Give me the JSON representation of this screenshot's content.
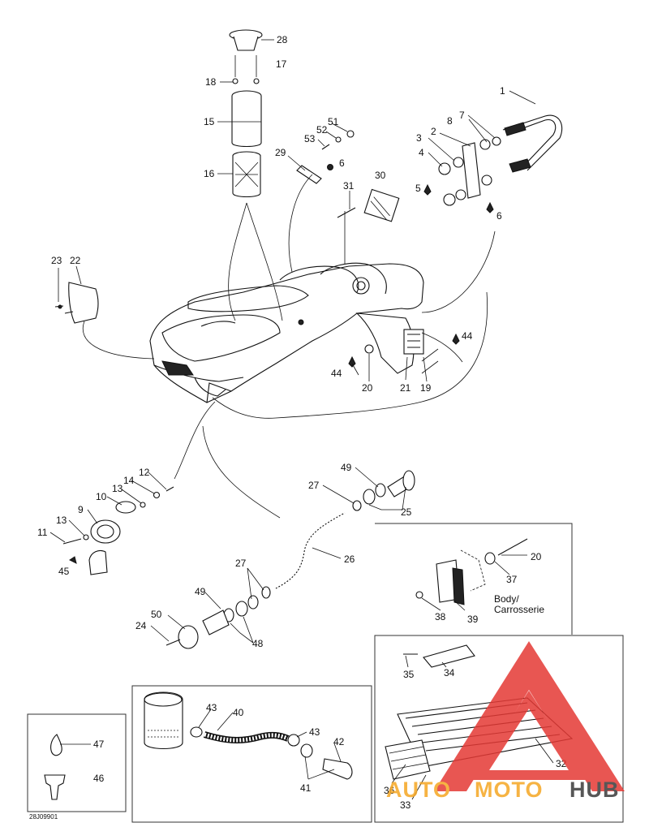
{
  "diagram": {
    "callouts": [
      {
        "id": "c1",
        "text": "1"
      },
      {
        "id": "c2",
        "text": "2"
      },
      {
        "id": "c3",
        "text": "3"
      },
      {
        "id": "c4",
        "text": "4"
      },
      {
        "id": "c5",
        "text": "5"
      },
      {
        "id": "c6a",
        "text": "6"
      },
      {
        "id": "c6b",
        "text": "6"
      },
      {
        "id": "c6c",
        "text": "6"
      },
      {
        "id": "c7",
        "text": "7"
      },
      {
        "id": "c8",
        "text": "8"
      },
      {
        "id": "c9",
        "text": "9"
      },
      {
        "id": "c10",
        "text": "10"
      },
      {
        "id": "c11",
        "text": "11"
      },
      {
        "id": "c12",
        "text": "12"
      },
      {
        "id": "c13a",
        "text": "13"
      },
      {
        "id": "c13b",
        "text": "13"
      },
      {
        "id": "c14",
        "text": "14"
      },
      {
        "id": "c15",
        "text": "15"
      },
      {
        "id": "c16",
        "text": "16"
      },
      {
        "id": "c17",
        "text": "17"
      },
      {
        "id": "c18",
        "text": "18"
      },
      {
        "id": "c19",
        "text": "19"
      },
      {
        "id": "c20a",
        "text": "20"
      },
      {
        "id": "c20b",
        "text": "20"
      },
      {
        "id": "c21",
        "text": "21"
      },
      {
        "id": "c22",
        "text": "22"
      },
      {
        "id": "c23",
        "text": "23"
      },
      {
        "id": "c24",
        "text": "24"
      },
      {
        "id": "c25",
        "text": "25"
      },
      {
        "id": "c26",
        "text": "26"
      },
      {
        "id": "c27a",
        "text": "27"
      },
      {
        "id": "c27b",
        "text": "27"
      },
      {
        "id": "c28",
        "text": "28"
      },
      {
        "id": "c29",
        "text": "29"
      },
      {
        "id": "c30",
        "text": "30"
      },
      {
        "id": "c31",
        "text": "31"
      },
      {
        "id": "c32",
        "text": "32"
      },
      {
        "id": "c33",
        "text": "33"
      },
      {
        "id": "c34",
        "text": "34"
      },
      {
        "id": "c35",
        "text": "35"
      },
      {
        "id": "c36",
        "text": "36"
      },
      {
        "id": "c37",
        "text": "37"
      },
      {
        "id": "c38",
        "text": "38"
      },
      {
        "id": "c39",
        "text": "39"
      },
      {
        "id": "c40",
        "text": "40"
      },
      {
        "id": "c41",
        "text": "41"
      },
      {
        "id": "c42",
        "text": "42"
      },
      {
        "id": "c43a",
        "text": "43"
      },
      {
        "id": "c43b",
        "text": "43"
      },
      {
        "id": "c44a",
        "text": "44"
      },
      {
        "id": "c44b",
        "text": "44"
      },
      {
        "id": "c45",
        "text": "45"
      },
      {
        "id": "c46",
        "text": "46"
      },
      {
        "id": "c47",
        "text": "47"
      },
      {
        "id": "c48",
        "text": "48"
      },
      {
        "id": "c49a",
        "text": "49"
      },
      {
        "id": "c49b",
        "text": "49"
      },
      {
        "id": "c50",
        "text": "50"
      },
      {
        "id": "c51",
        "text": "51"
      },
      {
        "id": "c52",
        "text": "52"
      },
      {
        "id": "c53",
        "text": "53"
      }
    ],
    "body_label_line1": "Body/",
    "body_label_line2": "Carrosserie",
    "figure_code": "28J09901"
  },
  "watermark": {
    "text_part1": "AUTO",
    "text_part2": "MOTO",
    "text_part3": "HUB",
    "color_red": "#e53935",
    "color_orange": "#f5a623",
    "color_dark": "#3a3a3a"
  }
}
